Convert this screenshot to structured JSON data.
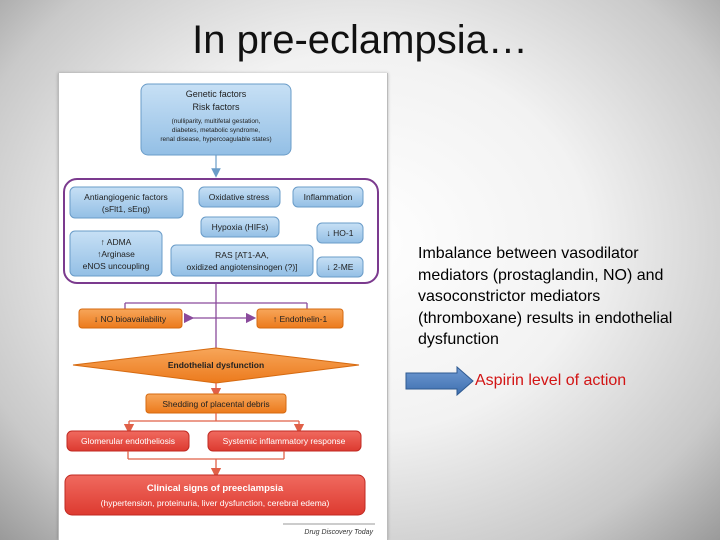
{
  "slide": {
    "title": "In pre-eclampsia…",
    "description": "Imbalance between vasodilator mediators (prostaglandin, NO) and vasoconstrictor mediators (thromboxane) results in endothelial dysfunction",
    "aspirin_label": "Aspirin level of action"
  },
  "figure": {
    "genetic_box": {
      "line1": "Genetic factors",
      "line2": "Risk factors",
      "line3": "(nulliparity, multifetal gestation,",
      "line4": "diabetes, metabolic syndrome,",
      "line5": "renal disease, hypercoagulable states)"
    },
    "antiangiogenic": {
      "line1": "Antiangiogenic factors",
      "line2": "(sFlt1, sEng)"
    },
    "oxidative_stress": "Oxidative stress",
    "inflammation": "Inflammation",
    "hypoxia": "Hypoxia (HIFs)",
    "ho1": "↓ HO-1",
    "adma": {
      "line1": "↑ ADMA",
      "line2": "↑Arginase",
      "line3": "eNOS uncoupling"
    },
    "ras": {
      "line1": "RAS [AT1-AA,",
      "line2": "oxidized angiotensinogen (?)]"
    },
    "twome": "↓ 2-ME",
    "no_bio": "↓ NO bioavailability",
    "endothelin": "↑ Endothelin-1",
    "endo_dysfunction": "Endothelial dysfunction",
    "shedding": "Shedding of placental debris",
    "glomerular": "Glomerular endotheliosis",
    "systemic": "Systemic inflammatory response",
    "clinical": {
      "line1": "Clinical signs of preeclampsia",
      "line2": "(hypertension, proteinuria, liver dysfunction, cerebral edema)"
    },
    "credit": "Drug Discovery Today"
  },
  "colors": {
    "blue_box": "#a9cdec",
    "purple_border": "#7b3a8e",
    "orange": "#f08a2c",
    "red": "#e8453c",
    "aspirin_text": "#d21414",
    "arrow_blue": "#4f81bd"
  }
}
